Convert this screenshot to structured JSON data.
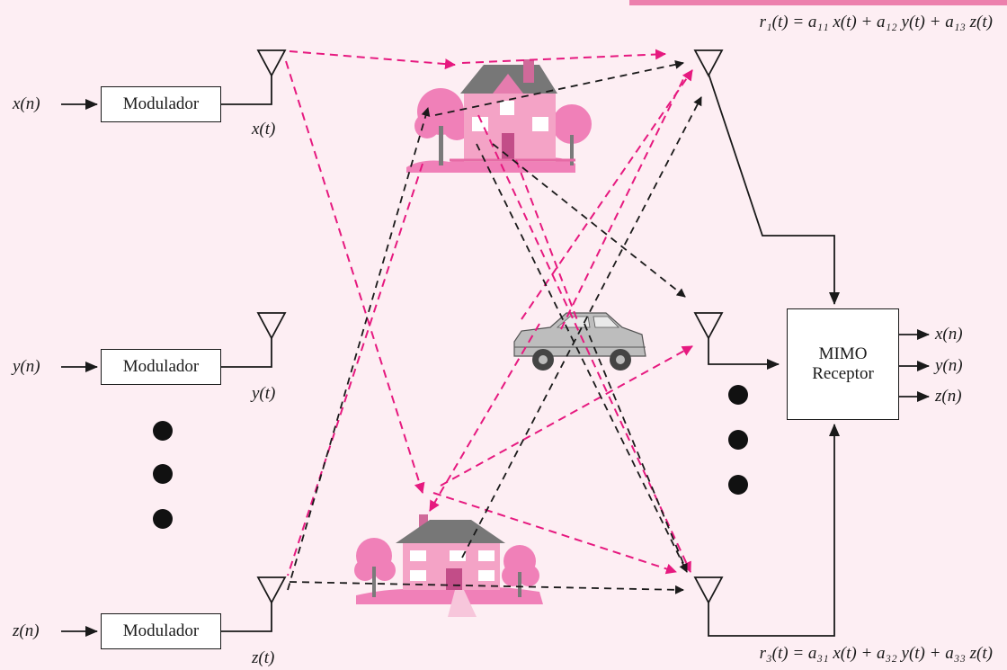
{
  "colors": {
    "background": "#fdeef3",
    "accent": "#e6197f",
    "path_black": "#1a1a1a",
    "house_pink": "#f080b8"
  },
  "inputs": [
    {
      "signal": "x(n)",
      "block": "Modulador",
      "antenna_signal": "x(t)"
    },
    {
      "signal": "y(n)",
      "block": "Modulador",
      "antenna_signal": "y(t)"
    },
    {
      "signal": "z(n)",
      "block": "Modulador",
      "antenna_signal": "z(t)"
    }
  ],
  "receiver": {
    "line1": "MIMO",
    "line2": "Receptor",
    "outputs": [
      "x(n)",
      "y(n)",
      "z(n)"
    ]
  },
  "equations": {
    "r1": "r₁(t) = a₁₁ x(t) + a₁₂ y(t) + a₁₃ z(t)",
    "r3": "r₃(t) = a₃₁ x(t) + a₃₂ y(t) + a₃₃ z(t)"
  },
  "objects": [
    "upper-house",
    "car",
    "lower-house"
  ]
}
